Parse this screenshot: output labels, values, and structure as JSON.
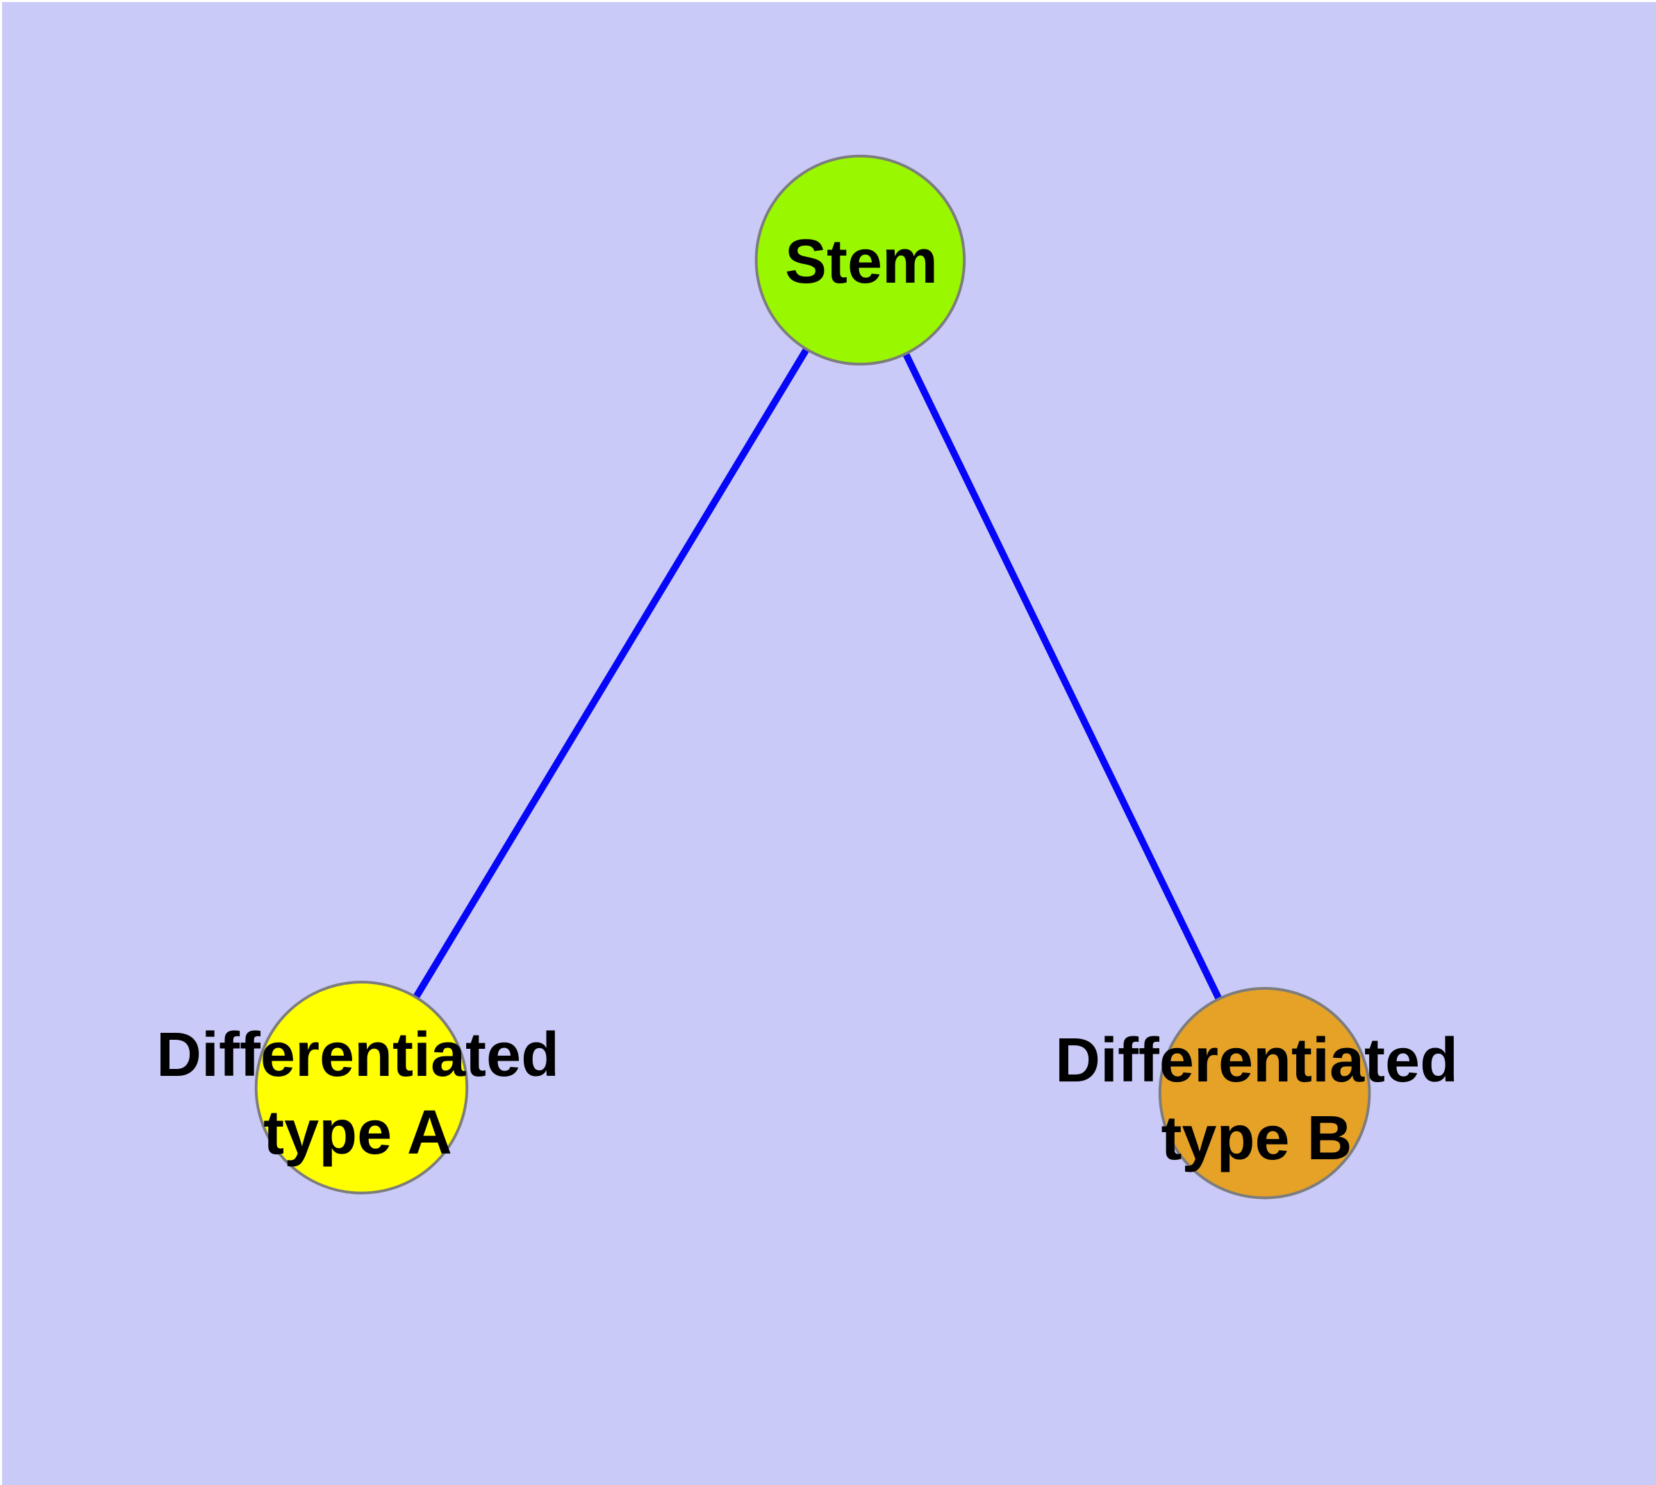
{
  "graph": {
    "background_color": "#cacaf8",
    "edge_color": "#0606f8",
    "node_border_color": "#7d7d7d",
    "label_color": "#000000",
    "nodes": [
      {
        "id": "stem",
        "label": "Stem",
        "label_lines": [
          "Stem"
        ],
        "color": "#99f800"
      },
      {
        "id": "type-a",
        "label": "Differentiated type A",
        "label_lines": [
          "Differentiated",
          "type A"
        ],
        "color": "#ffff00"
      },
      {
        "id": "type-b",
        "label": "Differentiated type B",
        "label_lines": [
          "Differentiated",
          "type B"
        ],
        "color": "#e6a227"
      }
    ],
    "edges": [
      {
        "from": "stem",
        "to": "type-a"
      },
      {
        "from": "stem",
        "to": "type-b"
      }
    ]
  }
}
